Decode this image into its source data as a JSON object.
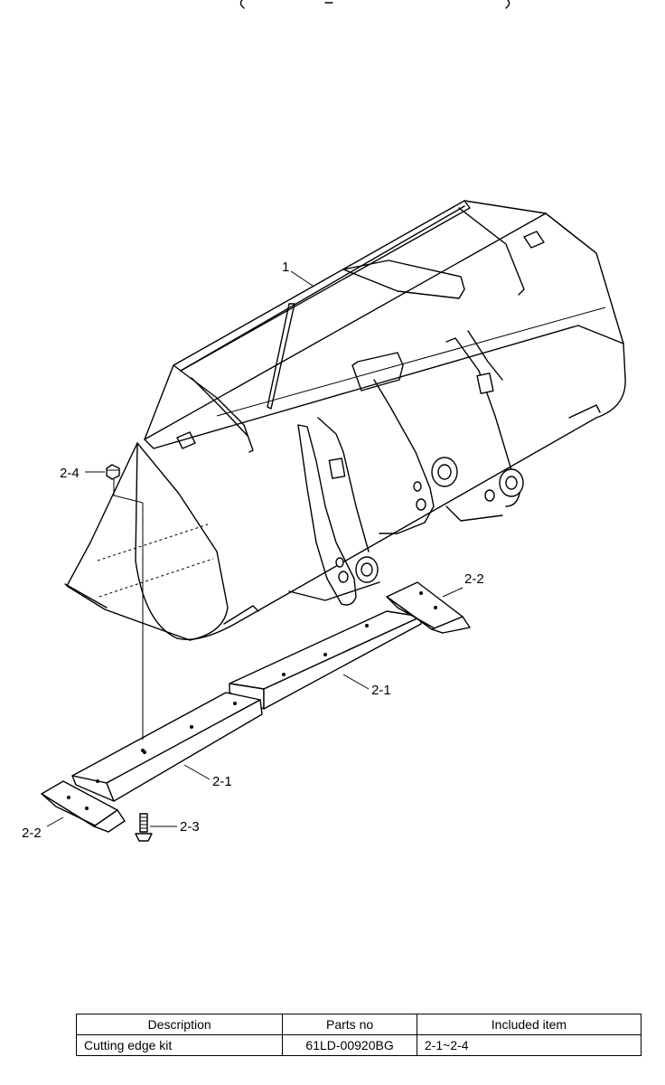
{
  "diagram": {
    "callouts": {
      "bucket": "1",
      "edge_right": "2-1",
      "edge_left": "2-1",
      "end_right": "2-2",
      "end_left": "2-2",
      "bolt": "2-3",
      "nut": "2-4"
    }
  },
  "table": {
    "headers": [
      "Description",
      "Parts no",
      "Included item"
    ],
    "rows": [
      [
        "Cutting edge kit",
        "61LD-00920BG",
        "2-1~2-4"
      ]
    ]
  }
}
